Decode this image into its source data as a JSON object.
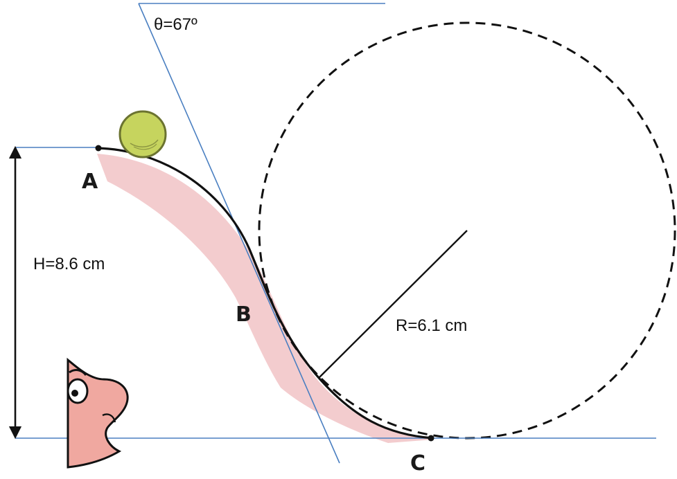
{
  "labels": {
    "angle": "θ=67º",
    "height": "H=8.6 cm",
    "radius": "R=6.1 cm",
    "point_a": "A",
    "point_b": "B",
    "point_c": "C"
  },
  "colors": {
    "guide_line": "#4a7fc1",
    "track": "#111111",
    "track_shadow": "#e9a3a6",
    "ball": "#c6d45e",
    "ball_stroke": "#6b7330",
    "dashed_circle": "#111111",
    "face_skin": "#f0a8a0"
  },
  "icons": {
    "ball": "ball-icon",
    "character": "cartoon-face-icon"
  }
}
